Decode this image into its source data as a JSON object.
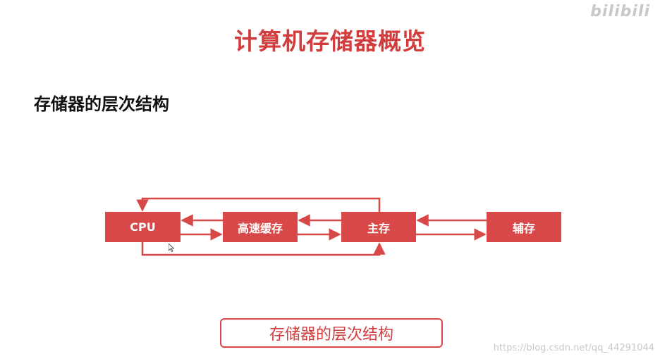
{
  "slide": {
    "title": "计算机存储器概览",
    "section_heading": "存储器的层次结构",
    "caption": "存储器的层次结构"
  },
  "diagram": {
    "nodes": [
      {
        "id": "cpu",
        "label": "CPU"
      },
      {
        "id": "cache",
        "label": "高速缓存"
      },
      {
        "id": "main",
        "label": "主存"
      },
      {
        "id": "aux",
        "label": "辅存"
      }
    ],
    "edges": [
      {
        "from": "cache",
        "to": "cpu"
      },
      {
        "from": "cpu",
        "to": "cache"
      },
      {
        "from": "main",
        "to": "cache"
      },
      {
        "from": "cache",
        "to": "main"
      },
      {
        "from": "aux",
        "to": "main"
      },
      {
        "from": "main",
        "to": "aux"
      },
      {
        "from": "main",
        "to": "cpu",
        "route": "over-top"
      },
      {
        "from": "cpu",
        "to": "main",
        "route": "under-bottom"
      }
    ]
  },
  "colors": {
    "accent": "#d94848",
    "title": "#d23c3c",
    "text": "#111111"
  },
  "watermark": {
    "logo_text": "bilibili",
    "source": "https://blog.csdn.net/qq_44291044"
  }
}
